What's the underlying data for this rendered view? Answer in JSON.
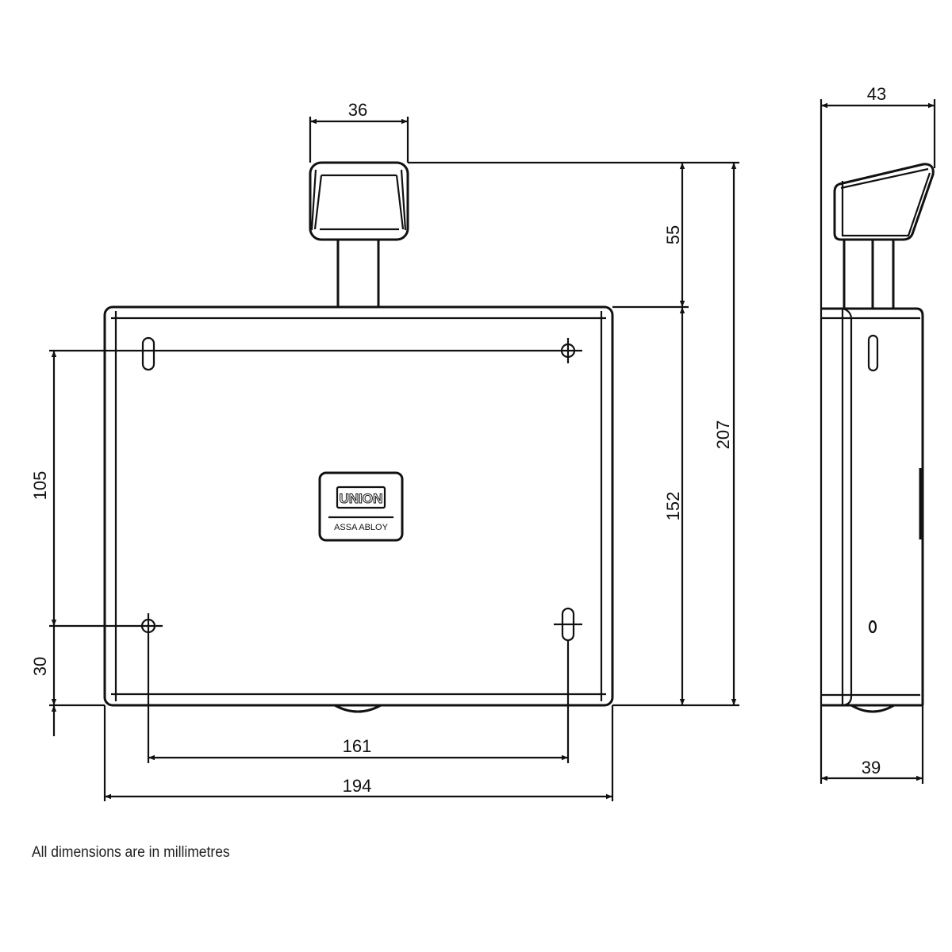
{
  "dimensions": {
    "handle_width": "36",
    "handle_height": "55",
    "body_height": "152",
    "overall_height": "207",
    "hole_vertical_spacing": "105",
    "hole_bottom_offset": "30",
    "hole_horizontal_spacing": "161",
    "body_width": "194",
    "side_handle_depth": "43",
    "side_body_depth": "39"
  },
  "logo": {
    "brand": "UNION",
    "sub": "ASSA ABLOY"
  },
  "note": "All dimensions are in millimetres",
  "colors": {
    "line": "#111111",
    "background": "#ffffff"
  }
}
